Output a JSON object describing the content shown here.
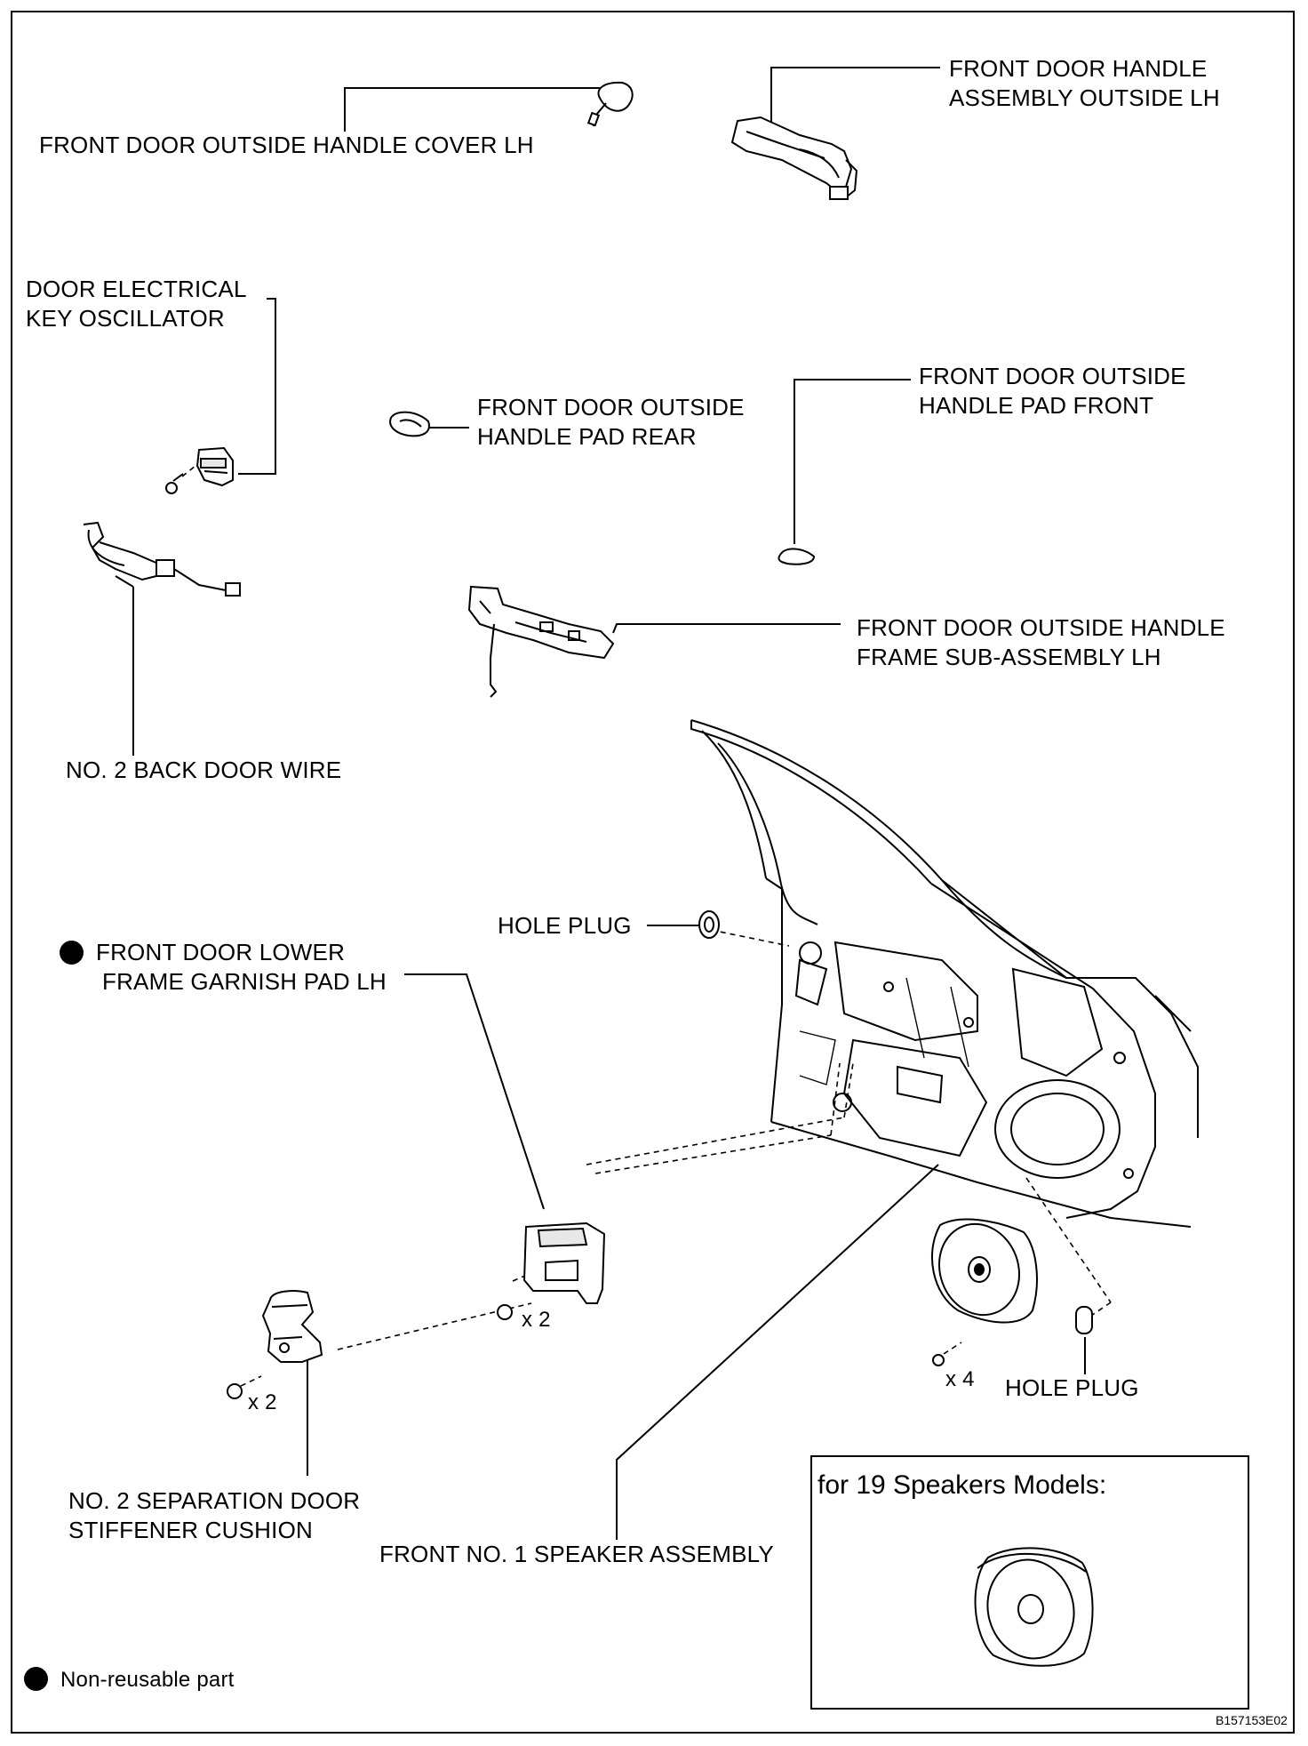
{
  "labels": {
    "handle_cover": "FRONT DOOR OUTSIDE HANDLE COVER LH",
    "handle_assembly_l1": "FRONT DOOR HANDLE",
    "handle_assembly_l2": "ASSEMBLY OUTSIDE LH",
    "key_osc_l1": "DOOR ELECTRICAL",
    "key_osc_l2": "KEY OSCILLATOR",
    "pad_rear_l1": "FRONT DOOR OUTSIDE",
    "pad_rear_l2": "HANDLE PAD REAR",
    "pad_front_l1": "FRONT DOOR OUTSIDE",
    "pad_front_l2": "HANDLE PAD FRONT",
    "frame_sub_l1": "FRONT DOOR OUTSIDE HANDLE",
    "frame_sub_l2": "FRAME SUB-ASSEMBLY LH",
    "back_door_wire": "NO. 2 BACK DOOR WIRE",
    "hole_plug_upper": "HOLE PLUG",
    "garnish_pad_l1": "FRONT DOOR LOWER",
    "garnish_pad_l2": "FRAME GARNISH PAD LH",
    "qty_x2_a": "x 2",
    "qty_x2_b": "x 2",
    "qty_x4": "x 4",
    "hole_plug_lower": "HOLE PLUG",
    "cushion_l1": "NO. 2 SEPARATION DOOR",
    "cushion_l2": "STIFFENER CUSHION",
    "speaker": "FRONT NO. 1 SPEAKER ASSEMBLY",
    "inset_title": "for 19 Speakers Models:",
    "legend": "Non-reusable part",
    "figure_code": "B157153E02"
  },
  "colors": {
    "line": "#000000",
    "background": "#ffffff",
    "part_fill": "#e8e8e8"
  },
  "icons": {
    "non_reusable": "filled-circle"
  }
}
